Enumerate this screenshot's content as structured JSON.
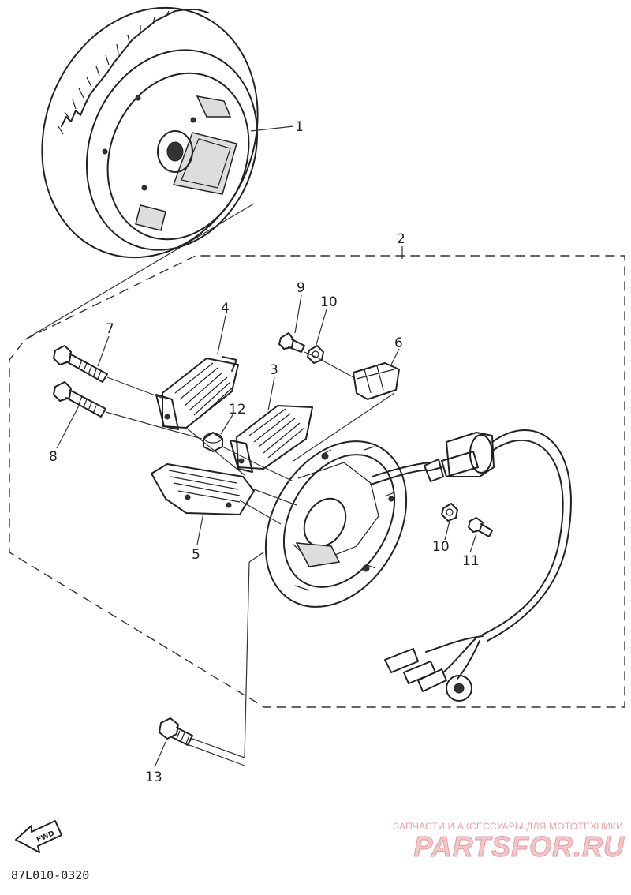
{
  "diagram": {
    "callouts": [
      {
        "id": "1",
        "label": "1"
      },
      {
        "id": "2",
        "label": "2"
      },
      {
        "id": "3",
        "label": "3"
      },
      {
        "id": "4",
        "label": "4"
      },
      {
        "id": "5",
        "label": "5"
      },
      {
        "id": "6",
        "label": "6"
      },
      {
        "id": "7",
        "label": "7"
      },
      {
        "id": "8",
        "label": "8"
      },
      {
        "id": "9",
        "label": "9"
      },
      {
        "id": "10a",
        "label": "10"
      },
      {
        "id": "10b",
        "label": "10"
      },
      {
        "id": "11",
        "label": "11"
      },
      {
        "id": "12",
        "label": "12"
      },
      {
        "id": "13",
        "label": "13"
      }
    ],
    "direction_badge": "FWD",
    "drawing_code": "87L010-0320"
  },
  "watermark": {
    "tagline": "ЗАПЧАСТИ И АКСЕССУАРЫ ДЛЯ МОТОТЕХНИКИ",
    "brand": "PARTSFOR.RU"
  }
}
